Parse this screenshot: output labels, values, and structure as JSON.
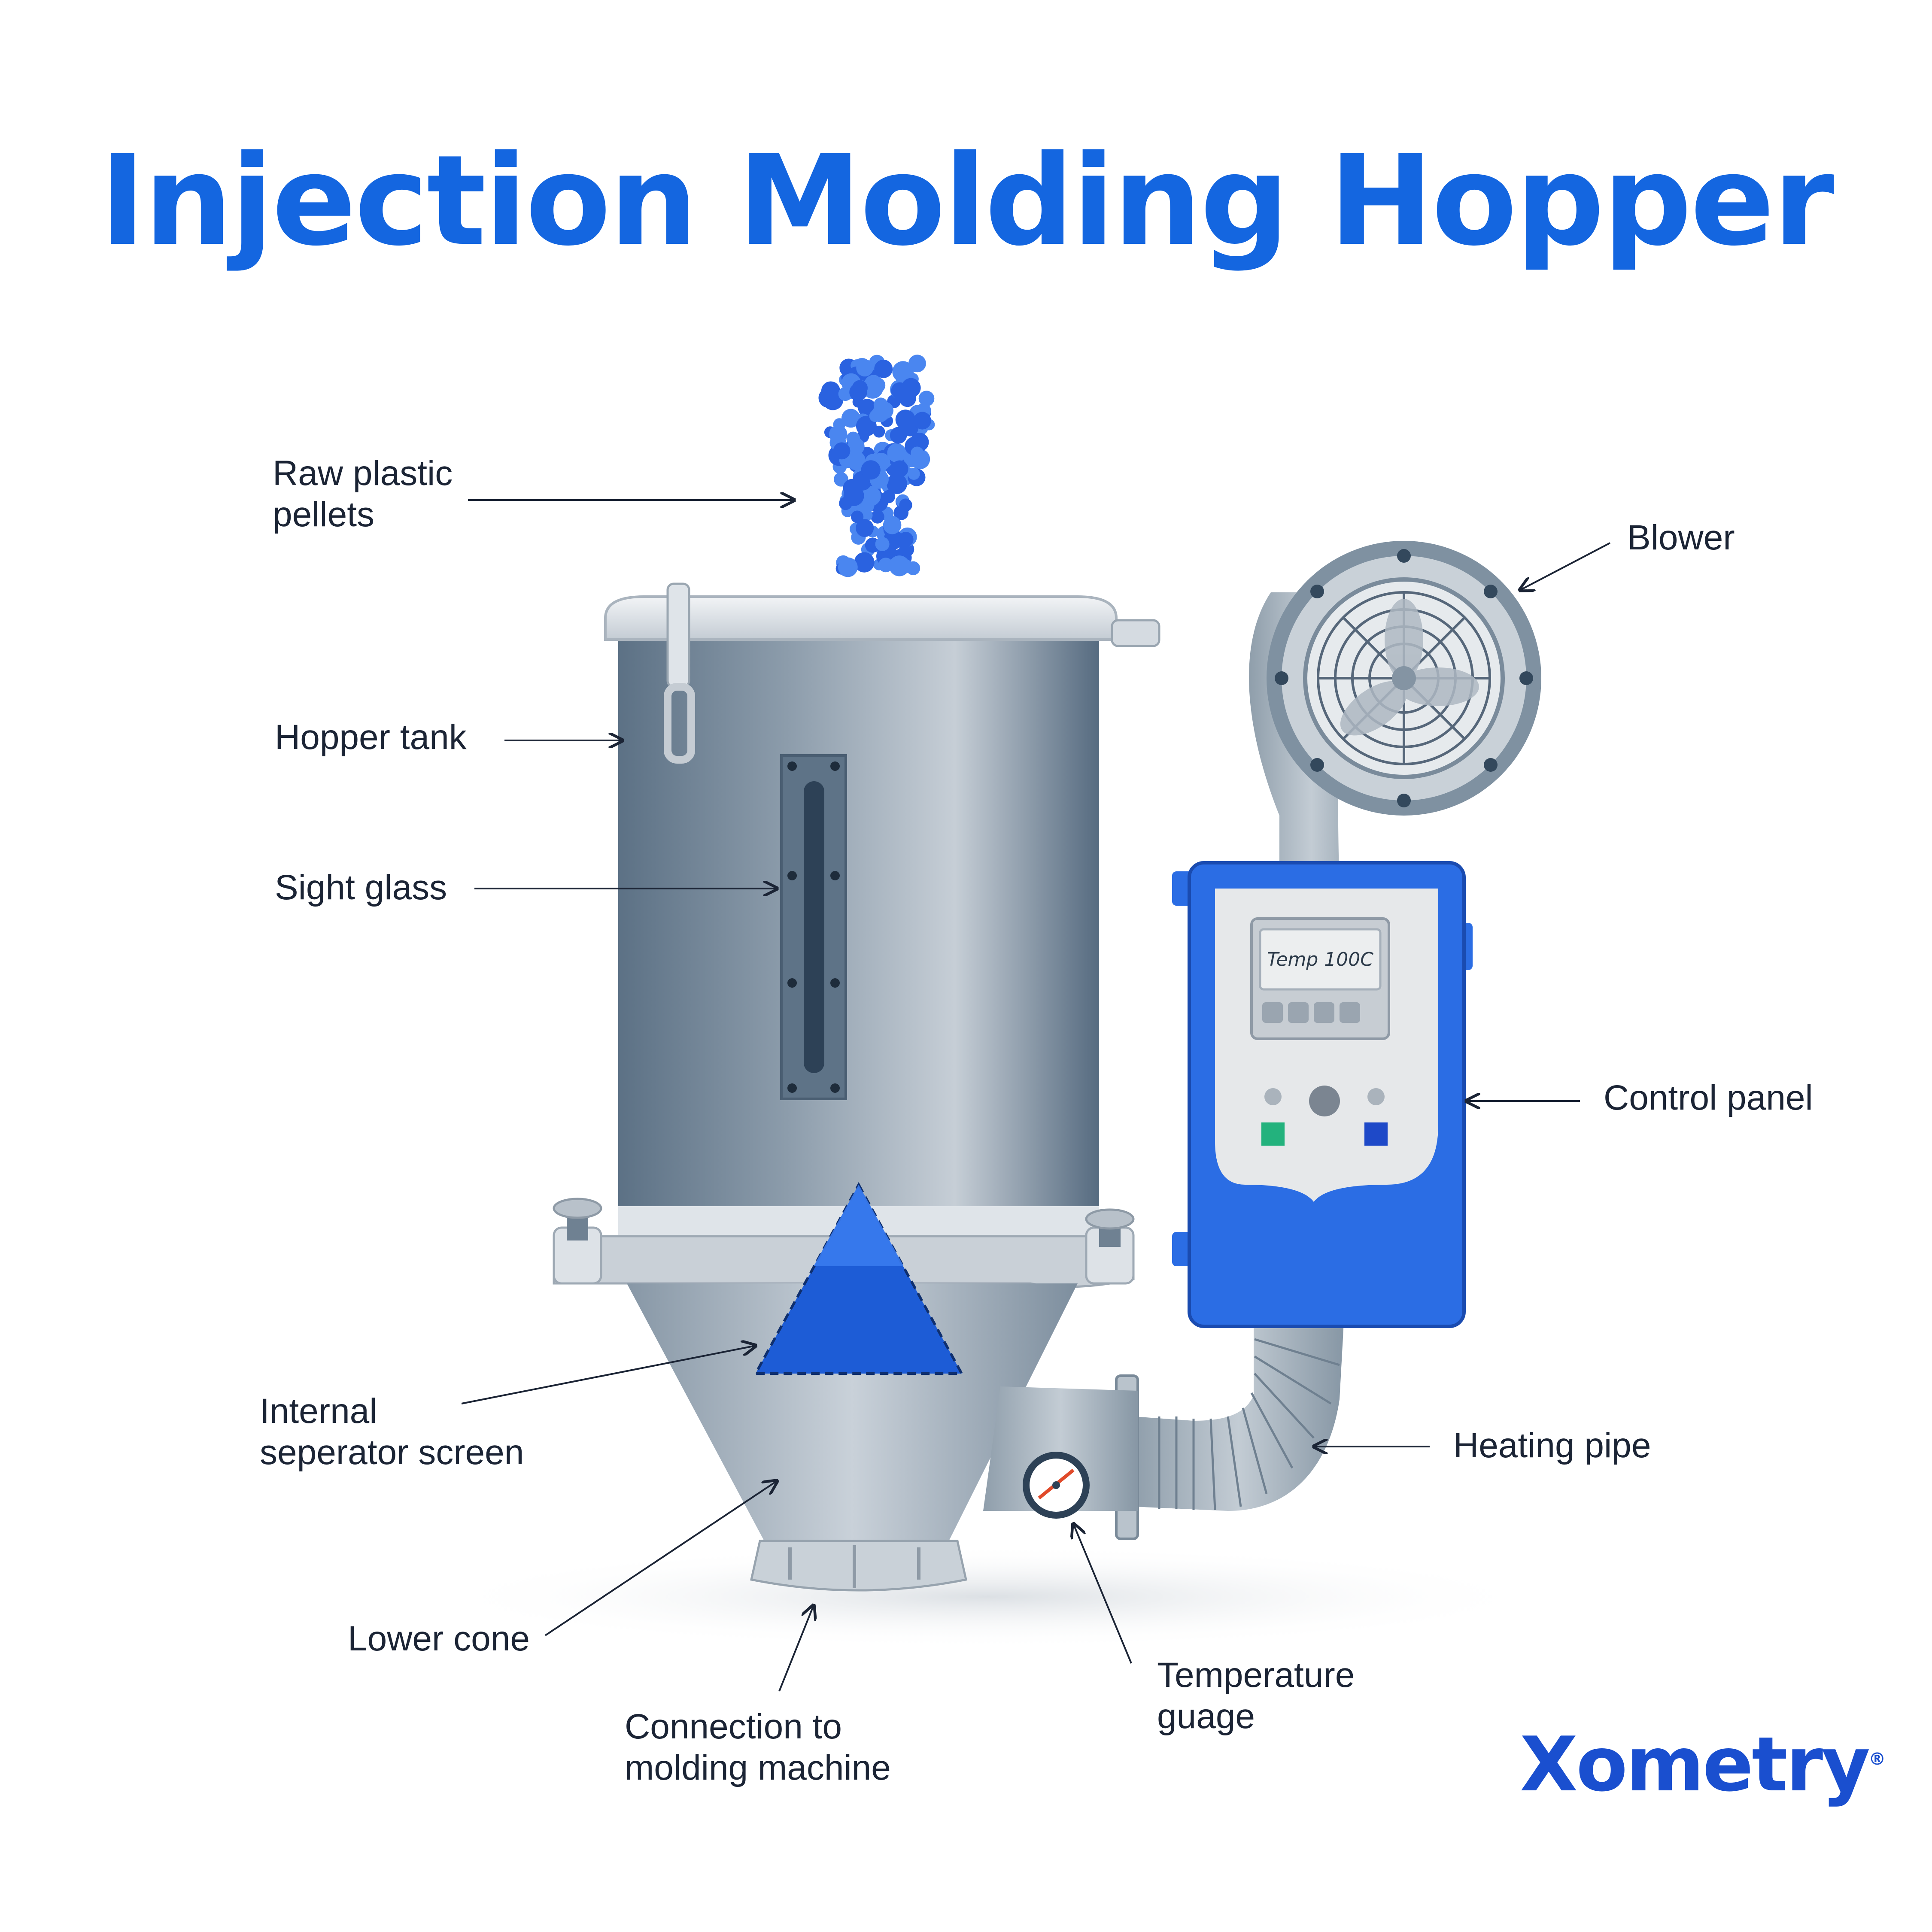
{
  "title": "Injection Molding Hopper",
  "colors": {
    "title": "#1466e0",
    "brand": "#1a4fcf",
    "panel": "#2b6de4",
    "pellet": "#2a62e0",
    "steel_dark": "#5f7488",
    "steel_light": "#c9d2da",
    "label_text": "#1b2435"
  },
  "labels": {
    "raw_pellets": [
      "Raw plastic",
      "pellets"
    ],
    "hopper_tank": [
      "Hopper tank"
    ],
    "sight_glass": [
      "Sight glass"
    ],
    "separator_screen": [
      "Internal",
      "seperator screen"
    ],
    "lower_cone": [
      "Lower cone"
    ],
    "connection": [
      "Connection to",
      "molding machine"
    ],
    "temp_gauge": [
      "Temperature",
      "guage"
    ],
    "heating_pipe": [
      "Heating pipe"
    ],
    "control_panel": [
      "Control panel"
    ],
    "blower": [
      "Blower"
    ]
  },
  "display_text": "Temp 100C",
  "logo": {
    "text": "Xometry",
    "mark": "®"
  }
}
